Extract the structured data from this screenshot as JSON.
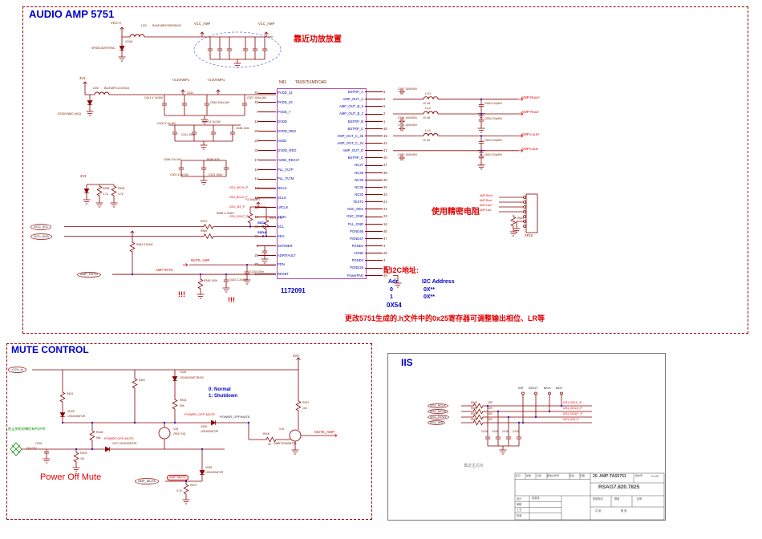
{
  "colors": {
    "wire": "#8b0000",
    "ic_border": "#b050b0",
    "text_blue": "#0000c8",
    "text_red": "#e00000",
    "ref_text": "#7c2200",
    "green": "#078a07",
    "dashed_border": "#a00000"
  },
  "amp": {
    "title": "AUDIO AMP  5751",
    "power": {
      "vcc_a": "VCC-A",
      "l52_ref": "L52",
      "l52_part": "BLM18RG330SN1D",
      "vcc_amp_1": "VCC_AMP",
      "vcc_amp_2": "VCC_AMP",
      "v244_ref": "V244",
      "v244_part": "SPD82152R7R/NC",
      "rail_3v3": "3V3",
      "l56_ref": "L56",
      "l56_part": "BLM18PG121SN1D",
      "es3d_part": "ES3DV368C=(NC)",
      "p33_1": "+3.3VAMP1",
      "p33_2": "+3.3VAMP1",
      "p33_3": "+3.3VAMP1",
      "zener_3v3": "3V3"
    },
    "caps": {
      "c613": "C613  4.7u/50V",
      "c612": "C612",
      "c584": "C584  100u/16V",
      "c307": "C307  100u/16V",
      "c400": "C400  4.7u/16V",
      "c411": "C411  100n",
      "c409": "C409  4.7u/16V",
      "c638": "C638  100n",
      "c606": "C606  47u/16V",
      "r648": "R648  47R",
      "c301": "C301  4.7u/16V",
      "c201": "C201  100n",
      "c610": "C610  2.2u/50V",
      "c315": "C315  100n"
    },
    "res": {
      "r308_ref": "R308",
      "r308_val": "4.7k",
      "r306_ref": "R306",
      "r306_val": "4.7k",
      "r570": "R570",
      "r569": "R569",
      "r568": "R568  4.7k/NC",
      "r574": "R574  4.7k",
      "r644": "R644  47k/NC",
      "r345": "R345  100k",
      "r643": "R643"
    },
    "nets": {
      "i2c_scl": "I2C0_SCL",
      "i2c_sda": "I2C0_SDA",
      "sscl": "SSCL",
      "ssda": "SSDA",
      "mclk_p": "I2S1_MCLK_P",
      "bclk_p": "I2S1_BCLK_P",
      "ws_p": "I2S1_WS_P",
      "dout_p": "I2S1_DOUT_P",
      "mute_amp": "MUTE_AMP",
      "amp_rstn": "AMP_RSTN",
      "amp_rstn_red": "AMP RSTN",
      "rout_p": "AMP-Rout+",
      "rout_n": "AMP-Rout-",
      "lout_p": "AMP-Lout+",
      "lout_n": "AMP-Lout-",
      "xp_rout_p": "AMP-Rout+",
      "xp_rout_n": "AMP-Rout-",
      "xp_lout_p": "AMP-Lout+",
      "xp_lout_n": "AMP-Lout-"
    },
    "ic": {
      "ref": "N81",
      "part": "TAS5751MDCAR",
      "pcb": "1172091",
      "left_pins": [
        {
          "n": "42",
          "label": "PVDD_42"
        },
        {
          "n": "43",
          "label": "PVDD_43"
        },
        {
          "n": "7",
          "label": "PVDD_7"
        },
        {
          "n": "18",
          "label": "DVDD"
        },
        {
          "n": "20",
          "label": "DVDD_REG"
        },
        {
          "n": "28",
          "label": "AVDD"
        },
        {
          "n": "33",
          "label": "GVDD_REG"
        },
        {
          "n": "17",
          "label": "AVDD_REG17"
        },
        {
          "n": "15",
          "label": "PLL_FLTP"
        },
        {
          "n": "14",
          "label": "PLL_FLTM"
        },
        {
          "n": "13",
          "label": "MCLK"
        },
        {
          "n": "12",
          "label": "SCLK"
        },
        {
          "n": "11",
          "label": "LRCLK"
        },
        {
          "n": "10",
          "label": "SDIN"
        },
        {
          "n": "35",
          "label": "SCL"
        },
        {
          "n": "34",
          "label": "SDA"
        },
        {
          "n": "8",
          "label": "SSTIMER"
        },
        {
          "n": "29",
          "label": "ADR/FAULT"
        },
        {
          "n": "30",
          "label": "PDN"
        },
        {
          "n": "31",
          "label": "RESET"
        }
      ],
      "right_pins": [
        {
          "n": "9",
          "label": "BSTRP_A"
        },
        {
          "n": "8",
          "label": "AMP_OUT_A"
        },
        {
          "n": "5",
          "label": "AMP_OUT_B_5"
        },
        {
          "n": "2",
          "label": "AMP_OUT_B_2"
        },
        {
          "n": "1",
          "label": "BSTRP_B"
        },
        {
          "n": "48",
          "label": "BSTRP_C"
        },
        {
          "n": "45",
          "label": "AMP_OUT_C_45"
        },
        {
          "n": "44",
          "label": "AMP_OUT_C_44"
        },
        {
          "n": "41",
          "label": "AMP_OUT_D"
        },
        {
          "n": "40",
          "label": "BSTRP_D"
        },
        {
          "n": "37",
          "label": "NC37"
        },
        {
          "n": "38",
          "label": "NC38"
        },
        {
          "n": "39",
          "label": "NC39"
        },
        {
          "n": "36",
          "label": "NC36"
        },
        {
          "n": "33",
          "label": "NC33"
        },
        {
          "n": "21",
          "label": "TEST2"
        },
        {
          "n": "24",
          "label": "OSC_RES"
        },
        {
          "n": "23",
          "label": "OSC_GND"
        },
        {
          "n": "16",
          "label": "PLL_GND"
        },
        {
          "n": "46",
          "label": "PGND46"
        },
        {
          "n": "47",
          "label": "PGND47"
        },
        {
          "n": "4",
          "label": "PGND4"
        },
        {
          "n": "25",
          "label": "AGND"
        },
        {
          "n": "3",
          "label": "PGND3"
        },
        {
          "n": "26",
          "label": "PGND26"
        },
        {
          "n": "49",
          "label": "PowerPAD"
        }
      ]
    },
    "filter": {
      "l70": "L70",
      "l12": "L12",
      "l13": "L13",
      "uh1": "10 uH",
      "uh2": "10 uH",
      "uh3": "10 uH",
      "c596": "C596  470p/50V",
      "c595": "C595  470p/50V",
      "c553": "C553  470p/50V",
      "c552": "C552  470p/50V",
      "cb1": "C597  100n/50V",
      "cb2": "C588  100n/50V",
      "cb3": "C586  100n/50V",
      "cb4": "C587  100n/50V"
    },
    "conn": {
      "xp10": "XP10"
    },
    "notes": {
      "near_amp": "靠近功放放置",
      "precision": "使用精密电阻",
      "i2c_title": "配I2C地址:",
      "adr": "Adr",
      "addr": "I2C Address",
      "r0": "0",
      "v0": "0X**",
      "r1": "1",
      "v1": "0X**",
      "sel": "0X54",
      "reg": "更改5751生成的.h文件中的0x25寄存器可调整输出相位、LR等",
      "warn1": "!!!",
      "warn2": "!!!"
    }
  },
  "mute": {
    "title": "MUTE CONTROL",
    "nets": {
      "v12": "+12V_in",
      "amp_mute": "AMP_MUTE",
      "amp_mute_red": "AMP MUTE",
      "mute_amp": "MUTE_AMP",
      "pom_red1": "POWER_OFF-MUTE",
      "pom_black": "POWER_OFF/MUTE",
      "pom_red2": "POWER OFF-MUTE",
      "p3v3": "3V3"
    },
    "parts": {
      "r401": "R401",
      "r467": "R467",
      "v026_ref": "V026",
      "v026_part": "1SS400SMT2R/NC",
      "r404_ref": "R404",
      "r404_val": "90k",
      "v029_ref": "V029",
      "v029_part": "1SS400SMT2R",
      "vd25_ref": "VD25",
      "vd25_part": "1SS400SMT2R",
      "v25_ref": "V25",
      "v25_part": "2PA1774Q",
      "r406_ref": "R406",
      "r406_val": "90k",
      "v027": "V027  1SS400SMT2R",
      "r403_ref": "R403",
      "r403_val": "1M",
      "c433_ref": "C433",
      "c433_val": "100u/25V",
      "r407_ref": "R407",
      "r407_val": "4.7k",
      "v028_ref": "V028",
      "v028_part": "1SS400SMT2R",
      "v19_ref": "V19",
      "v19_part": "MMBT3906SMT2R",
      "r400_ref": "R400",
      "r400_val": "1k",
      "r397_ref": "R397",
      "r397_val": "10k"
    },
    "notes": {
      "normal": "0: Normal",
      "shutdown": "1: Shutdown",
      "pop": "防止关机时喇叭有POP声",
      "power_off_mute": "Power Off Mute"
    }
  },
  "iis": {
    "title": "IIS",
    "top_pins": [
      "WS",
      "DOUT",
      "MCK",
      "BCK"
    ],
    "rows": [
      {
        "net": "I2S1_BCLK",
        "res": "R636",
        "val": "22R",
        "out": "I2S1_BCLK_P"
      },
      {
        "net": "I2S1_MCLK",
        "res": "R560",
        "val": "22R",
        "out": "I2S1_MCLK_P"
      },
      {
        "net": "I2S1_DOUT",
        "res": "R599",
        "val": "22R",
        "out": "I2S1_DOUT_P"
      },
      {
        "net": "I2S1_WS",
        "res": "R561",
        "val": "22R",
        "out": "I2S1_WS_P"
      }
    ],
    "caps": [
      "C424",
      "C430",
      "C426",
      "C429"
    ],
    "note": "靠近主芯片"
  },
  "tb": {
    "hdr": [
      "标记",
      "处数",
      "分区",
      "更改文件号",
      "签名",
      "日期"
    ],
    "rows": [
      "设计",
      "审核",
      "工艺",
      "批准"
    ],
    "std": "标准化",
    "title": "20. AMP-TAS5751",
    "ver_label": "版本号",
    "ver": "V1.00",
    "doc": "RSAG7.820.7825",
    "stage": "阶段标记",
    "qty": "数量",
    "scale": "比例",
    "sheet_total": "共  张",
    "sheet_no": "第  张"
  }
}
